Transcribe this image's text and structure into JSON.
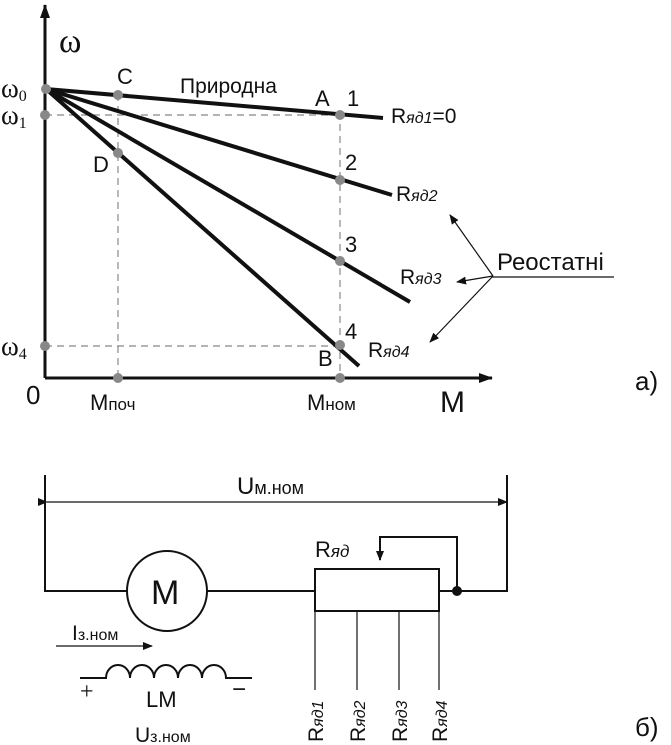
{
  "graph": {
    "y_axis_symbol": "ω",
    "x_axis_symbol": "M",
    "origin": "0",
    "omega0": {
      "base": "ω",
      "sub": "0"
    },
    "omega1": {
      "base": "ω",
      "sub": "1"
    },
    "omega4": {
      "base": "ω",
      "sub": "4"
    },
    "m_start": {
      "base": "M",
      "sub": "поч"
    },
    "m_nom": {
      "base": "M",
      "sub": "ном"
    },
    "natural_label": "Природна",
    "rheostat_label": "Реостатні",
    "points": {
      "c": "C",
      "d": "D",
      "a": "A",
      "b": "B"
    },
    "numbers": {
      "n1": "1",
      "n2": "2",
      "n3": "3",
      "n4": "4"
    },
    "line_labels": {
      "r1": {
        "base": "R",
        "sub": "яд1",
        "suffix": "=0"
      },
      "r2": {
        "base": "R",
        "sub": "яд2"
      },
      "r3": {
        "base": "R",
        "sub": "яд3"
      },
      "r4": {
        "base": "R",
        "sub": "яд4"
      }
    },
    "part_label": "а)"
  },
  "circuit": {
    "voltage_label": {
      "base": "U",
      "sub": "м.ном"
    },
    "motor_label": "M",
    "rheostat_label": {
      "base": "R",
      "sub": "яд"
    },
    "current_label": {
      "base": "I",
      "sub": "з.ном"
    },
    "plus": "+",
    "minus": "−",
    "coil_label": "LM",
    "field_voltage": {
      "base": "U",
      "sub": "з.ном"
    },
    "taps": [
      {
        "base": "R",
        "sub": "яд1"
      },
      {
        "base": "R",
        "sub": "яд2"
      },
      {
        "base": "R",
        "sub": "яд3"
      },
      {
        "base": "R",
        "sub": "яд4"
      }
    ],
    "part_label": "б)"
  }
}
